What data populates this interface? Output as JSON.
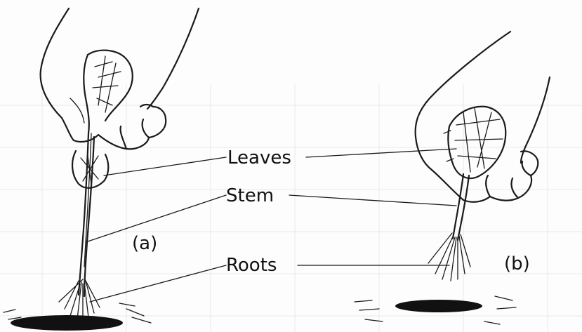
{
  "labels": {
    "leaves": "Leaves",
    "stem": "Stem",
    "roots": "Roots",
    "panel_a": "(a)",
    "panel_b": "(b)"
  },
  "colors": {
    "ink": "#1a1a1a",
    "paper": "#fdfdfd",
    "soil": "#111111"
  },
  "icons": [
    "hand-holding-seedling-a",
    "hand-holding-seedling-b"
  ]
}
